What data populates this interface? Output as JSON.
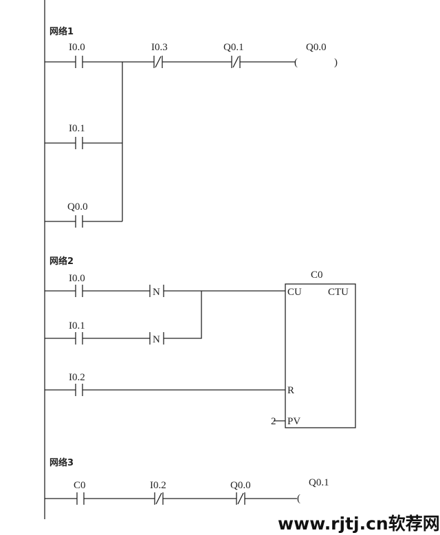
{
  "networks": [
    {
      "label": "网络1",
      "contacts": {
        "i00": "I0.0",
        "i03": "I0.3",
        "q01": "Q0.1",
        "i01": "I0.1",
        "q00": "Q0.0"
      },
      "coil": "Q0.0"
    },
    {
      "label": "网络2",
      "contacts": {
        "i00": "I0.0",
        "i01": "I0.1",
        "i02": "I0.2"
      },
      "edge": "N",
      "counter": {
        "name": "C0",
        "type": "CTU",
        "cu": "CU",
        "r": "R",
        "pv": "PV",
        "pv_value": "2"
      }
    },
    {
      "label": "网络3",
      "contacts": {
        "c0": "C0",
        "i02": "I0.2",
        "q00": "Q0.0"
      },
      "coil": "Q0.1"
    }
  ],
  "watermark": "www.rjtj.cn软荐网"
}
